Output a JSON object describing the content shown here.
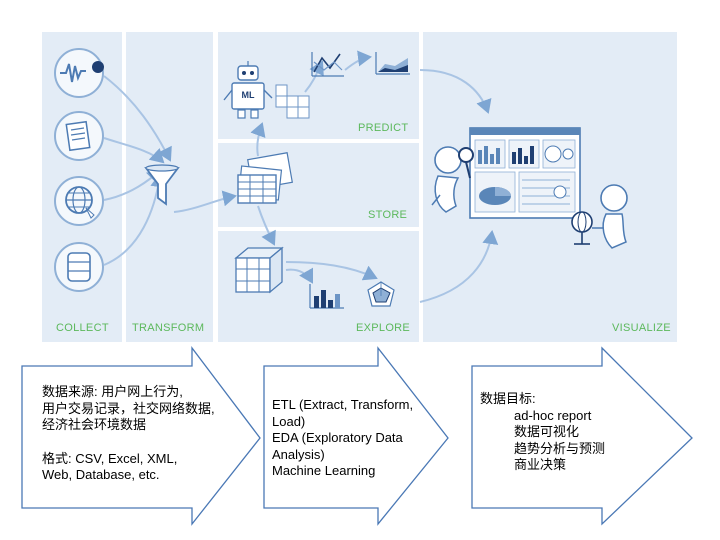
{
  "panels": {
    "collect": "COLLECT",
    "transform": "TRANSFORM",
    "predict": "PREDICT",
    "store": "STORE",
    "explore": "EXPLORE",
    "visualize": "VISUALIZE"
  },
  "icons": {
    "ml_robot_badge": "ML"
  },
  "arrow1": {
    "line1": "数据来源: 用户网上行为,",
    "line2": "用户交易记录，社交网络数据,",
    "line3": "经济社会环境数据",
    "line4": "格式: CSV, Excel, XML,",
    "line5": "Web, Database, etc."
  },
  "arrow2": {
    "line1": "ETL (Extract, Transform,",
    "line2": "Load)",
    "line3": "EDA (Exploratory Data",
    "line4": "Analysis)",
    "line5": "Machine Learning"
  },
  "arrow3": {
    "title": "数据目标:",
    "item1": "ad-hoc report",
    "item2": "数据可视化",
    "item3": "趋势分析与预测",
    "item4": "商业决策"
  },
  "colors": {
    "panel_bg": "#e3ecf6",
    "label_green": "#5cb85c",
    "icon_blue": "#5a86b8",
    "arrow_stroke": "#4a78b5"
  }
}
